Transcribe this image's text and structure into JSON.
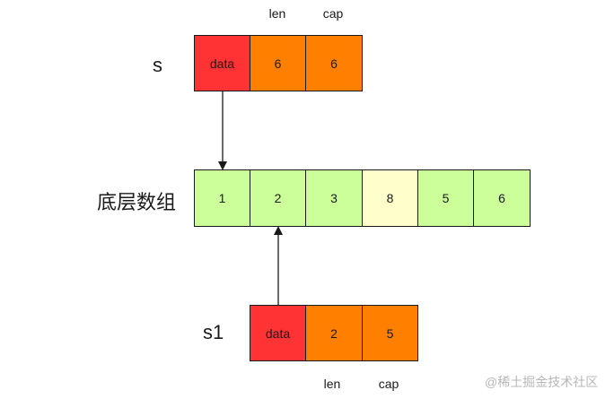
{
  "colors": {
    "red": "#ff3333",
    "orange": "#ff8000",
    "green": "#ccff99",
    "yellow": "#ffffcc",
    "border": "#1a1a1a"
  },
  "top_slice": {
    "name": "s",
    "header_labels": [
      "len",
      "cap"
    ],
    "cells": [
      "data",
      "6",
      "6"
    ]
  },
  "array": {
    "label": "底层数组",
    "cells": [
      "1",
      "2",
      "3",
      "8",
      "5",
      "6"
    ]
  },
  "bottom_slice": {
    "name": "s1",
    "footer_labels": [
      "len",
      "cap"
    ],
    "cells": [
      "data",
      "2",
      "5"
    ]
  },
  "watermark": "@稀土掘金技术社区"
}
